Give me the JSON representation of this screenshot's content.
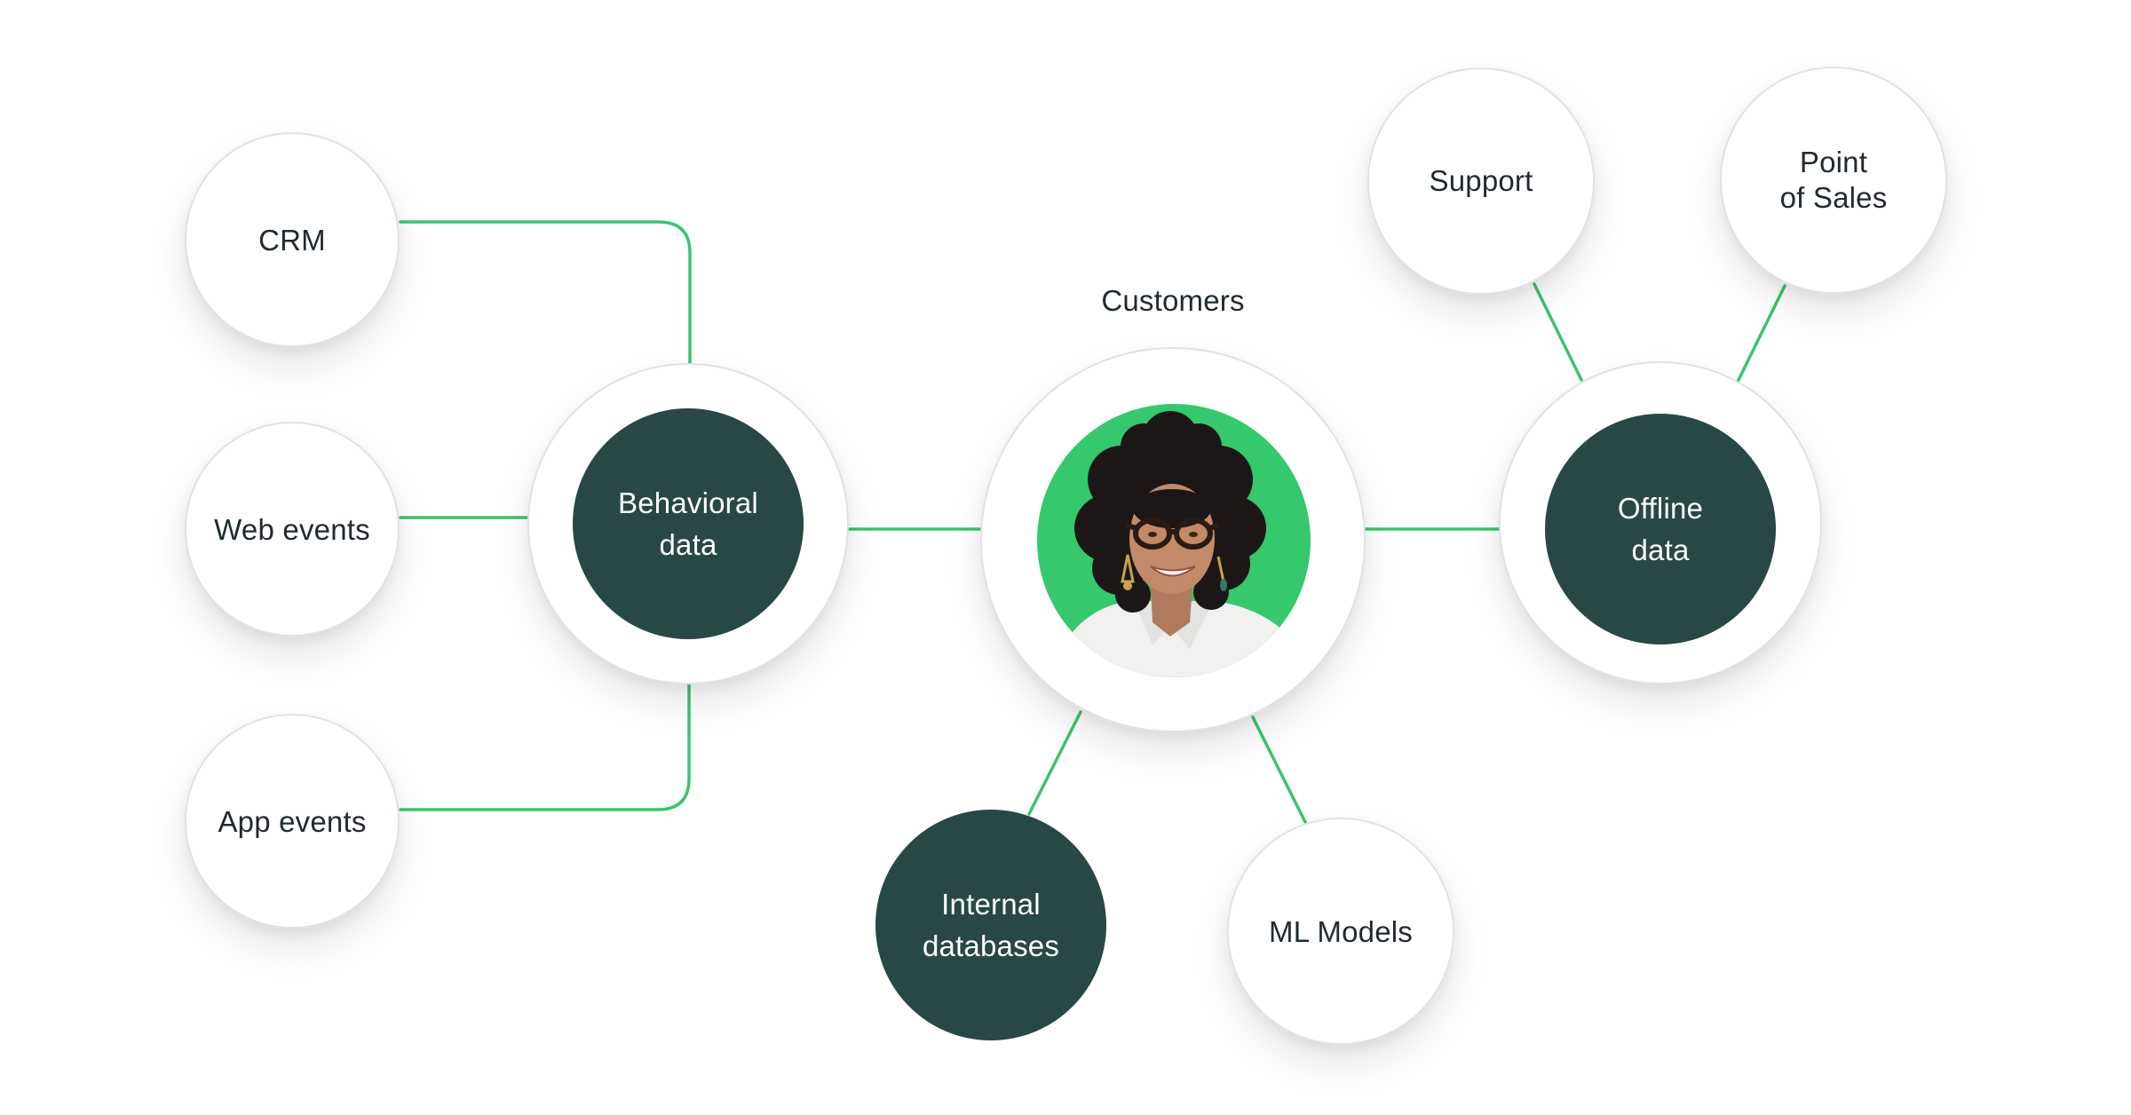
{
  "diagram": {
    "title": "Customers",
    "colors": {
      "connector": "#3cc46e",
      "dark_node": "#274845",
      "photo_bg": "#35c86c",
      "text_dark": "#1f2a30",
      "text_light": "#ffffff",
      "node_border": "#e2e2e2"
    },
    "hub": {
      "label": "Customers",
      "image": "customer-portrait"
    },
    "groups": [
      {
        "id": "behavioral",
        "label": "Behavioral\ndata",
        "sources": [
          {
            "id": "crm",
            "label": "CRM"
          },
          {
            "id": "web-events",
            "label": "Web events"
          },
          {
            "id": "app-events",
            "label": "App events"
          }
        ]
      },
      {
        "id": "offline",
        "label": "Offline\ndata",
        "sources": [
          {
            "id": "support",
            "label": "Support"
          },
          {
            "id": "point-of-sales",
            "label": "Point\nof Sales"
          }
        ]
      }
    ],
    "direct_sources": [
      {
        "id": "internal-databases",
        "label": "Internal\ndatabases",
        "style": "dark"
      },
      {
        "id": "ml-models",
        "label": "ML Models",
        "style": "white"
      }
    ]
  }
}
